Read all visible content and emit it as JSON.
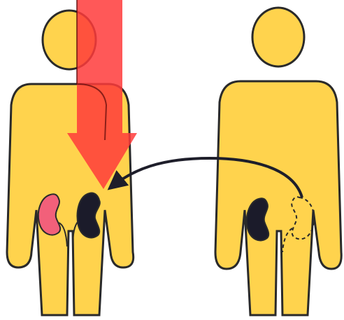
{
  "diagram": {
    "kind": "kidney transplant illustration",
    "figures": [
      {
        "name": "recipient",
        "kidneys": [
          "diseased-kidney",
          "transplanted-kidney"
        ]
      },
      {
        "name": "donor",
        "kidneys": [
          "remaining-kidney",
          "removed-kidney-outline"
        ]
      }
    ]
  },
  "colors": {
    "body_fill": "#FFD34D",
    "body_stroke": "#2A2A2A",
    "kidney_dark": "#1B1B2A",
    "kidney_diseased": "#F2607A",
    "red_arrow": "#FF3B3B",
    "transfer_arrow": "#1E1E2A",
    "background": "#FFFFFF"
  },
  "icons": {
    "red_arrow": "arrow-down-icon",
    "transfer_arrow": "curved-arrow-left-icon"
  }
}
